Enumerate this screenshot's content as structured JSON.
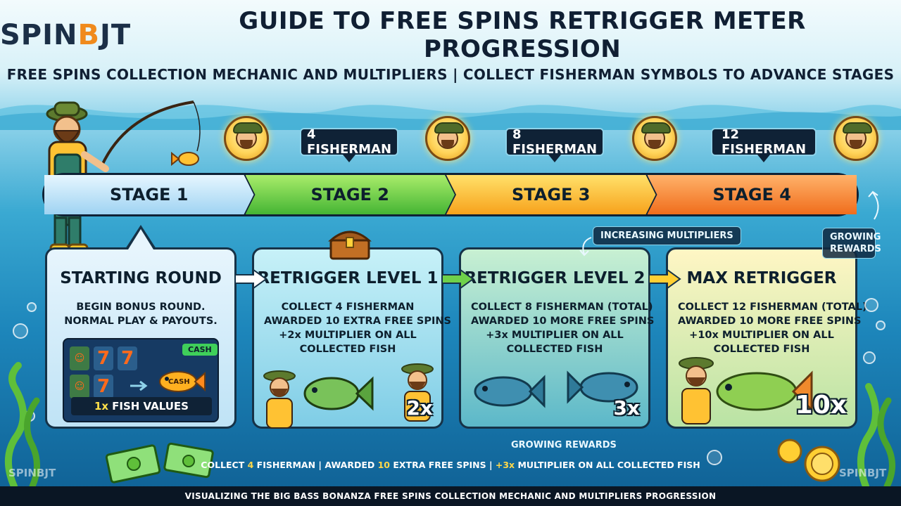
{
  "header": {
    "logo": "SPINBJT",
    "title": "GUIDE TO FREE SPINS RETRIGGER METER PROGRESSION",
    "subtitle": "FREE SPINS COLLECTION MECHANIC AND MULTIPLIERS | COLLECT FISHERMAN SYMBOLS TO ADVANCE STAGES"
  },
  "callouts": [
    "4 FISHERMAN",
    "8 FISHERMAN",
    "12 FISHERMAN"
  ],
  "stages": [
    "STAGE 1",
    "STAGE 2",
    "STAGE 3",
    "STAGE 4"
  ],
  "cards": [
    {
      "title": "STARTING ROUND",
      "lines": [
        "BEGIN BONUS ROUND.",
        "NORMAL PLAY & PAYOUTS."
      ]
    },
    {
      "title": "RETRIGGER LEVEL 1",
      "lines": [
        "COLLECT 4 FISHERMAN",
        "AWARDED 10 EXTRA FREE SPINS",
        "+2x MULTIPLIER ON ALL",
        "COLLECTED FISH"
      ],
      "multiplier": "2x"
    },
    {
      "title": "RETRIGGER LEVEL 2",
      "lines": [
        "COLLECT 8 FISHERMAN (TOTAL)",
        "AWARDED 10 MORE FREE SPINS",
        "+3x MULTIPLIER ON ALL",
        "COLLECTED FISH"
      ],
      "multiplier": "3x"
    },
    {
      "title": "MAX RETRIGGER",
      "lines": [
        "COLLECT 12 FISHERMAN (TOTAL)",
        "AWARDED 10 MORE FREE SPINS",
        "+10x MULTIPLIER ON ALL",
        "COLLECTED FISH"
      ],
      "multiplier": "10x"
    }
  ],
  "slot": {
    "symbol": "7",
    "cash_tag": "CASH",
    "fish_label": "CASH",
    "fish_value_multiplier": "1x",
    "fish_value_text": "FISH VALUES"
  },
  "notes": {
    "increasing_multipliers": "INCREASING MULTIPLIERS",
    "growing_rewards_top": "GROWING\nREWARDS",
    "growing_rewards_bottom": "GROWING REWARDS"
  },
  "summary": {
    "p1": "COLLECT ",
    "n1": "4",
    "p2": " FISHERMAN | AWARDED ",
    "n2": "10",
    "p3": " EXTRA FREE SPINS | ",
    "n3": "+3x",
    "p4": " MULTIPLIER ON ALL COLLECTED FISH"
  },
  "footer": "VISUALIZING THE BIG BASS BONANZA FREE SPINS COLLECTION MECHANIC AND MULTIPLIERS PROGRESSION",
  "watermark": "SPINBJT",
  "colors": {
    "stage1": "#9fd3f2",
    "stage2": "#45b534",
    "stage3": "#f7a21c",
    "stage4": "#f06d1c",
    "highlight": "#ffd84a"
  },
  "icons": [
    "fisherman-icon",
    "fishing-rod-icon",
    "fish-icon",
    "treasure-chest-icon",
    "seaweed-icon",
    "bubble-icon",
    "money-icon",
    "coin-icon",
    "arrow-right-icon"
  ]
}
